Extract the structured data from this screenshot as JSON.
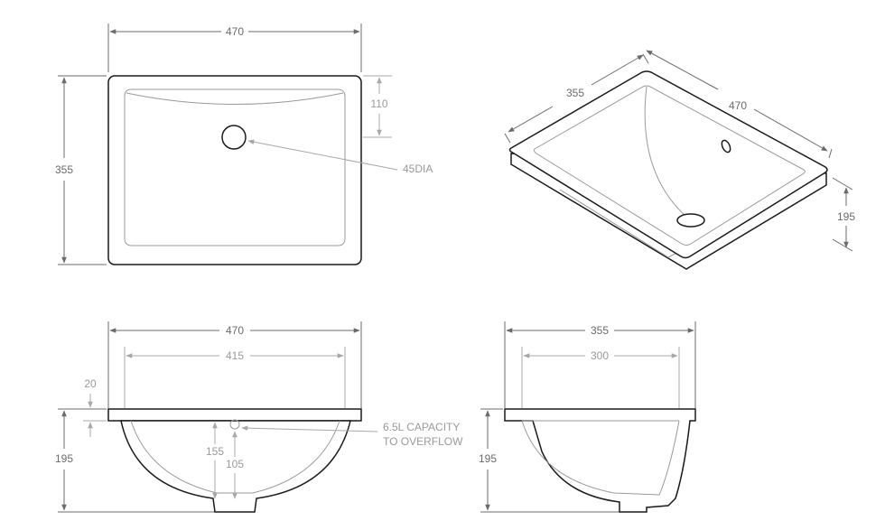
{
  "top_view": {
    "width_label": "470",
    "depth_label": "355",
    "bowl_offset_label": "110",
    "hole_label": "45DIA"
  },
  "iso_view": {
    "depth_label": "355",
    "width_label": "470",
    "height_label": "195"
  },
  "front_view": {
    "outer_width_label": "470",
    "inner_width_label": "415",
    "rim_label": "20",
    "height_label": "195",
    "overflow_height_label": "155",
    "water_level_label": "105",
    "capacity_line1": "6.5L CAPACITY",
    "capacity_line2": "TO OVERFLOW"
  },
  "side_view": {
    "outer_depth_label": "355",
    "inner_depth_label": "300",
    "height_label": "195"
  }
}
